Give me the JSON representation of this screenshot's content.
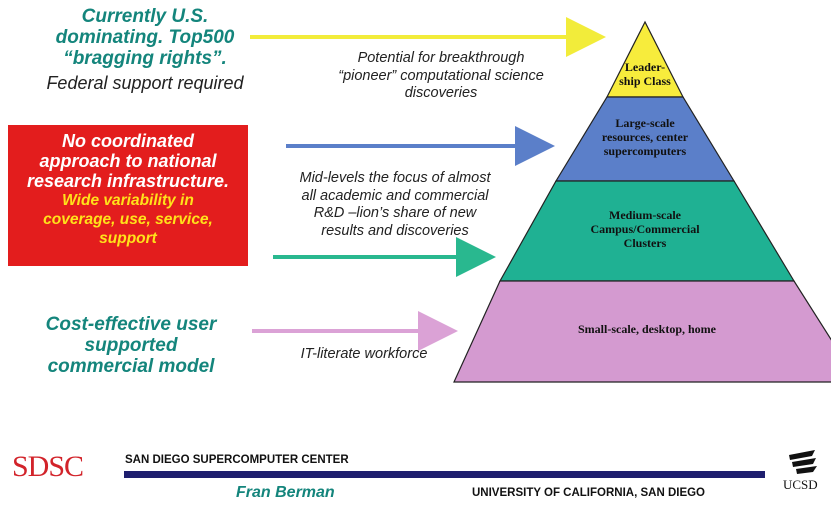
{
  "left_text": {
    "top_teal": [
      "Currently U.S.",
      "dominating.  Top500",
      "“bragging rights”."
    ],
    "top_black": "Federal support required",
    "box_white": [
      "No coordinated",
      "approach to national",
      "research infrastructure."
    ],
    "box_yellow": [
      "Wide variability in",
      "coverage, use, service,",
      "support"
    ],
    "bottom_teal": [
      "Cost-effective user",
      "supported",
      "commercial model"
    ]
  },
  "notes": {
    "top": [
      "Potential for breakthrough",
      "“pioneer” computational science",
      "discoveries"
    ],
    "mid": [
      "Mid-levels the focus of almost",
      "all academic and commercial",
      "R&D –lion’s share of new",
      "results and discoveries"
    ],
    "bottom": "IT-literate workforce"
  },
  "pyramid": {
    "tier1": [
      "Leader-",
      "ship Class"
    ],
    "tier2": [
      "Large-scale",
      "resources, center",
      "supercomputers"
    ],
    "tier3": [
      "Medium-scale",
      "Campus/Commercial",
      "Clusters"
    ],
    "tier4": "Small-scale, desktop, home"
  },
  "colors": {
    "tier1": "#f7ec3c",
    "tier2": "#5b7fc9",
    "tier3": "#1fb193",
    "tier4": "#d49ad0",
    "arrow_yellow": "#f2ec3a",
    "arrow_blue": "#5b7fc9",
    "arrow_green": "#29b88f",
    "arrow_pink": "#dba2d6",
    "footer_bar": "#1e1e6e"
  },
  "footer": {
    "logo": "SDSC",
    "center_name": "SAN DIEGO SUPERCOMPUTER CENTER",
    "person": "Fran Berman",
    "university": "UNIVERSITY OF CALIFORNIA, SAN DIEGO",
    "ucsd": "UCSD"
  }
}
